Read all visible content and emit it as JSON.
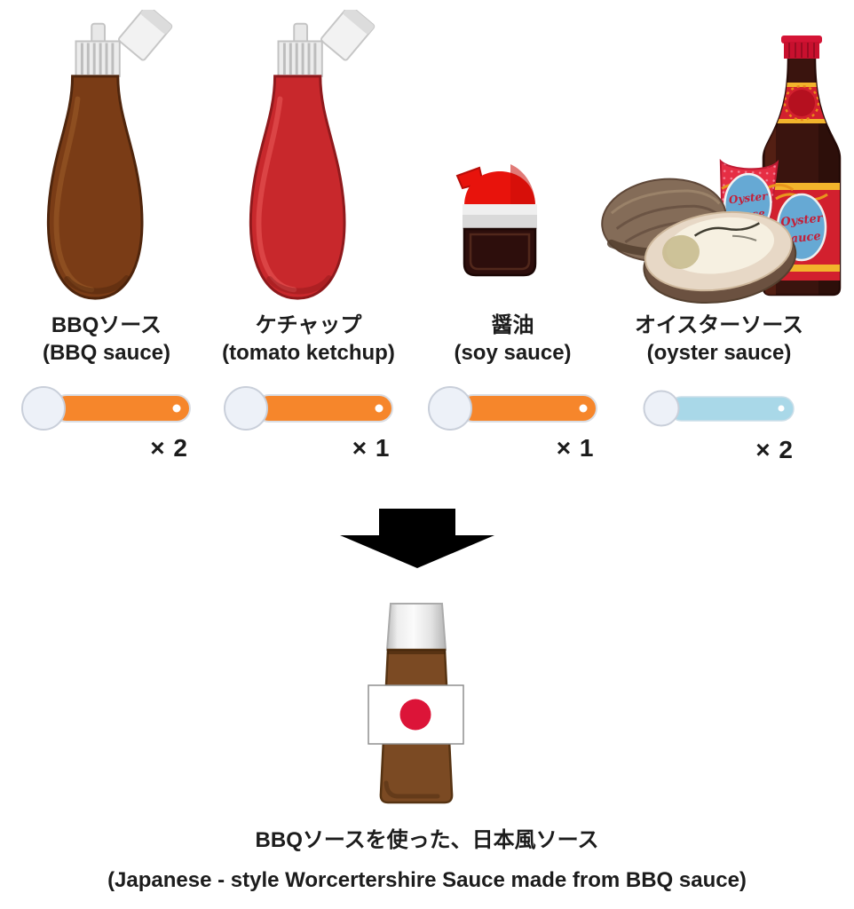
{
  "page": {
    "background": "#FFFFFF",
    "type": "recipe-diagram"
  },
  "ingredients": [
    {
      "name_ja": "BBQソース",
      "name_en": "(BBQ sauce)",
      "amount": "× 2",
      "spoon_type": "tablespoon",
      "spoon_color": "#F6862B",
      "bottle_color": "#7A3C16"
    },
    {
      "name_ja": "ケチャップ",
      "name_en": "(tomato ketchup)",
      "amount": "× 1",
      "spoon_type": "tablespoon",
      "spoon_color": "#F6862B",
      "bottle_color": "#C8282C"
    },
    {
      "name_ja": "醤油",
      "name_en": "(soy sauce)",
      "amount": "× 1",
      "spoon_type": "tablespoon",
      "spoon_color": "#F6862B",
      "bottle_color": "#2D0E0C"
    },
    {
      "name_ja": "オイスターソース",
      "name_en": "(oyster sauce)",
      "amount": "× 2",
      "spoon_type": "teaspoon",
      "spoon_color": "#A9D8E8",
      "bottle_color": "#3A140E"
    }
  ],
  "oyster_bottles": {
    "label_line1": "Oyster",
    "label_line2": "Sauce"
  },
  "result": {
    "caption_ja": "BBQソースを使った、日本風ソース",
    "caption_en": "(Japanese - style Worcertershire Sauce made from BBQ sauce)"
  },
  "colors": {
    "arrow_black": "#000000",
    "flag_red": "#DC1438",
    "flag_white": "#FFFFFF",
    "spoon_orange": "#F6862B",
    "spoon_blue": "#A9D8E8",
    "bbq_brown": "#7A3C16",
    "ketchup_red": "#C8282C",
    "soy_cap_red": "#E8130C",
    "oyster_label_red": "#D2202E",
    "oyster_oval_blue": "#66A9D4",
    "accent_yellow": "#F2B42C",
    "result_bottle_brown": "#7B4A23"
  }
}
